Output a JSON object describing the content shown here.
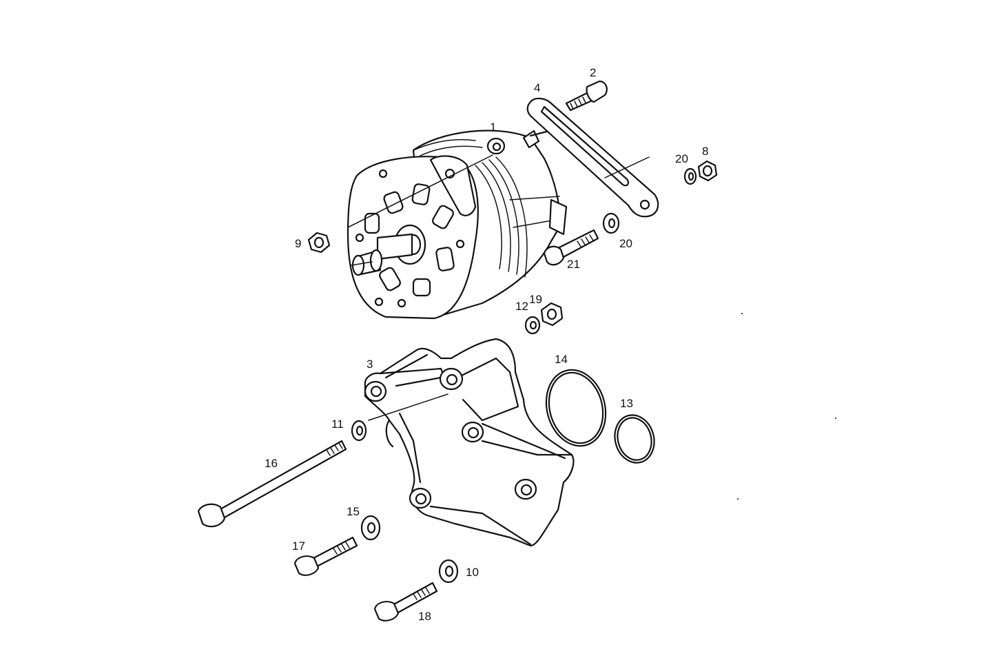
{
  "labels": {
    "p1": "1",
    "p2": "2",
    "p3": "3",
    "p4": "4",
    "p8": "8",
    "p9": "9",
    "p10": "10",
    "p11": "11",
    "p12": "12",
    "p13": "13",
    "p14": "14",
    "p15": "15",
    "p16": "16",
    "p17": "17",
    "p18": "18",
    "p19": "19",
    "p20a": "20",
    "p20b": "20",
    "p21": "21"
  }
}
